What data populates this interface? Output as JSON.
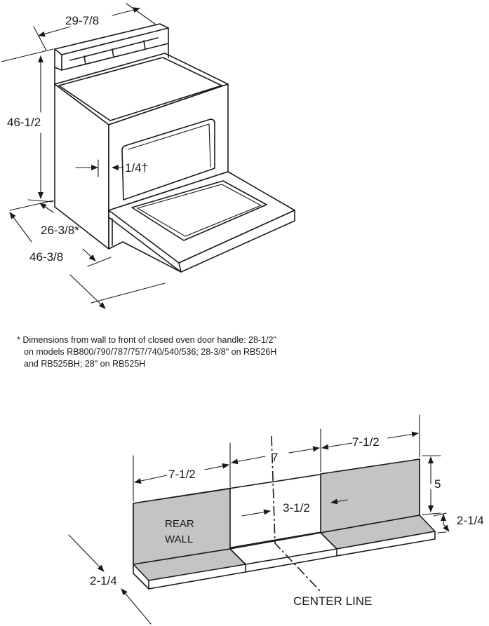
{
  "range_diagram": {
    "width_label": "29-7/8",
    "height_label": "46-1/2",
    "depth_closed_label": "26-3/8*",
    "depth_open_label": "46-3/8",
    "gap_label": "1/4†"
  },
  "footnote": {
    "line1": "* Dimensions from wall to front of closed oven door handle: 28-1/2\"",
    "line2": "on models RB800/790/787/757/740/540/536; 28-3/8\" on RB526H",
    "line3": "and RB525BH; 28\" on RB525H"
  },
  "cabinet_diagram": {
    "left_width_label": "7-1/2",
    "center_width_label": "7",
    "right_width_label": "7-1/2",
    "height_label": "5",
    "center_offset_label": "3-1/2",
    "right_depth_label": "2-1/4",
    "left_depth_label": "2-1/4",
    "rear_wall_line1": "REAR",
    "rear_wall_line2": "WALL",
    "center_line_label": "CENTER LINE"
  }
}
